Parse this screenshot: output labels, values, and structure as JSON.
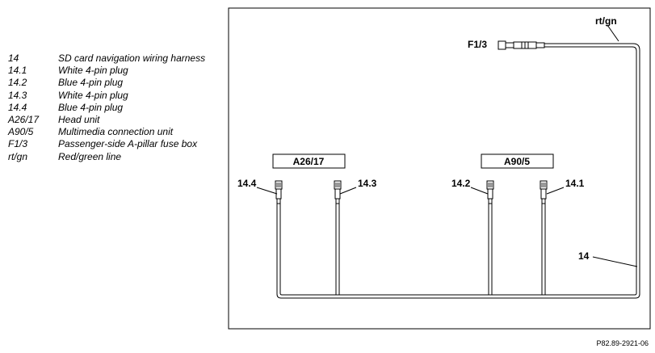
{
  "legend": [
    {
      "key": "14",
      "desc": "SD card navigation wiring harness"
    },
    {
      "key": "14.1",
      "desc": "White 4-pin plug"
    },
    {
      "key": "14.2",
      "desc": "Blue 4-pin plug"
    },
    {
      "key": "14.3",
      "desc": "White 4-pin plug"
    },
    {
      "key": "14.4",
      "desc": "Blue 4-pin plug"
    },
    {
      "key": "A26/17",
      "desc": "Head unit"
    },
    {
      "key": "A90/5",
      "desc": "Multimedia connection unit"
    },
    {
      "key": "F1/3",
      "desc": "Passenger-side A-pillar fuse box"
    },
    {
      "key": "rt/gn",
      "desc": "Red/green line"
    }
  ],
  "diagram": {
    "wire_color_label": "rt/gn",
    "fuse_label": "F1/3",
    "box_head_unit": "A26/17",
    "box_multimedia": "A90/5",
    "plug_14_4": "14.4",
    "plug_14_3": "14.3",
    "plug_14_2": "14.2",
    "plug_14_1": "14.1",
    "harness_label": "14"
  },
  "figure_ref": "P82.89-2921-06"
}
